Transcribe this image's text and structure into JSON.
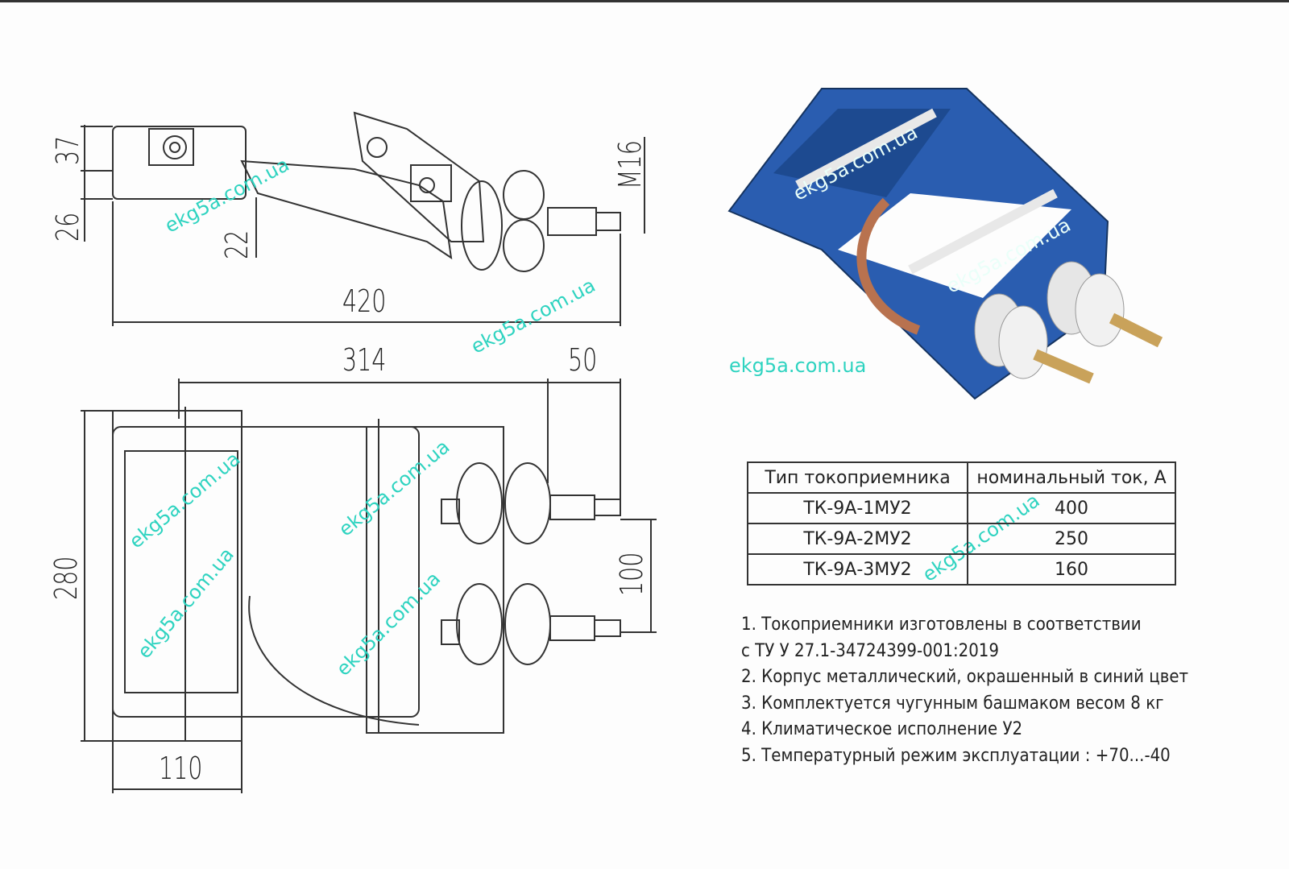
{
  "dimensions": {
    "side_view": {
      "h1": "37",
      "h2": "26",
      "h3": "22",
      "thread": "M16",
      "length": "420"
    },
    "top_view": {
      "span": "314",
      "offset": "50",
      "height": "280",
      "spacing": "100",
      "width": "110"
    }
  },
  "watermark": "ekg5a.com.ua",
  "table": {
    "headers": [
      "Тип  токоприемника",
      "номинальный ток, А"
    ],
    "rows": [
      {
        "type": "ТК-9А-1МУ2",
        "current": "400"
      },
      {
        "type": "ТК-9А-2МУ2",
        "current": "250"
      },
      {
        "type": "ТК-9А-3МУ2",
        "current": "160"
      }
    ]
  },
  "notes": [
    "1.  Токоприемники изготовлены в соответствии",
    "с  ТУ У 27.1-34724399-001:2019",
    "2.  Корпус металлический, окрашенный в синий цвет",
    "3.  Комплектуется чугунным башмаком весом 8 кг",
    "4.  Климатическое исполнение У2",
    "5.  Температурный    режим эксплуатации : +70...-40"
  ],
  "colors": {
    "body_blue": "#2a5db0",
    "watermark": "#2ed3c0",
    "line": "#333333"
  }
}
